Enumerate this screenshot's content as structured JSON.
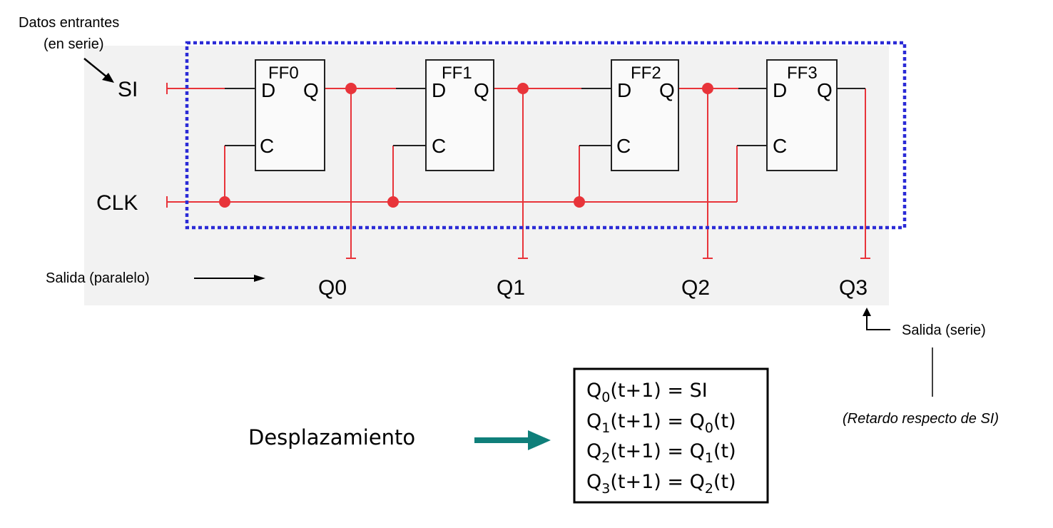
{
  "inputs": {
    "serial_in_note_line1": "Datos entrantes",
    "serial_in_note_line2": "(en serie)",
    "si_label": "SI",
    "clk_label": "CLK"
  },
  "flip_flops": [
    {
      "name": "FF0",
      "d": "D",
      "q": "Q",
      "c": "C"
    },
    {
      "name": "FF1",
      "d": "D",
      "q": "Q",
      "c": "C"
    },
    {
      "name": "FF2",
      "d": "D",
      "q": "Q",
      "c": "C"
    },
    {
      "name": "FF3",
      "d": "D",
      "q": "Q",
      "c": "C"
    }
  ],
  "outputs": {
    "parallel_note": "Salida (paralelo)",
    "serial_note": "Salida (serie)",
    "delay_note": "(Retardo respecto de SI)",
    "labels": [
      "Q0",
      "Q1",
      "Q2",
      "Q3"
    ]
  },
  "shift": {
    "label": "Desplazamiento",
    "equations": [
      {
        "lhs_base": "Q",
        "lhs_sub": "0",
        "lhs_rest": "(t+1) = ",
        "rhs_base": "SI",
        "rhs_sub": "",
        "rhs_rest": ""
      },
      {
        "lhs_base": "Q",
        "lhs_sub": "1",
        "lhs_rest": "(t+1) = ",
        "rhs_base": "Q",
        "rhs_sub": "0",
        "rhs_rest": "(t)"
      },
      {
        "lhs_base": "Q",
        "lhs_sub": "2",
        "lhs_rest": "(t+1) = ",
        "rhs_base": "Q",
        "rhs_sub": "1",
        "rhs_rest": "(t)"
      },
      {
        "lhs_base": "Q",
        "lhs_sub": "3",
        "lhs_rest": "(t+1) = ",
        "rhs_base": "Q",
        "rhs_sub": "2",
        "rhs_rest": "(t)"
      }
    ]
  },
  "colors": {
    "wire": "#e8343a",
    "dashed_box": "#2b2bd6",
    "panel": "#f2f2f2",
    "arrow_teal": "#0f7f7a"
  }
}
